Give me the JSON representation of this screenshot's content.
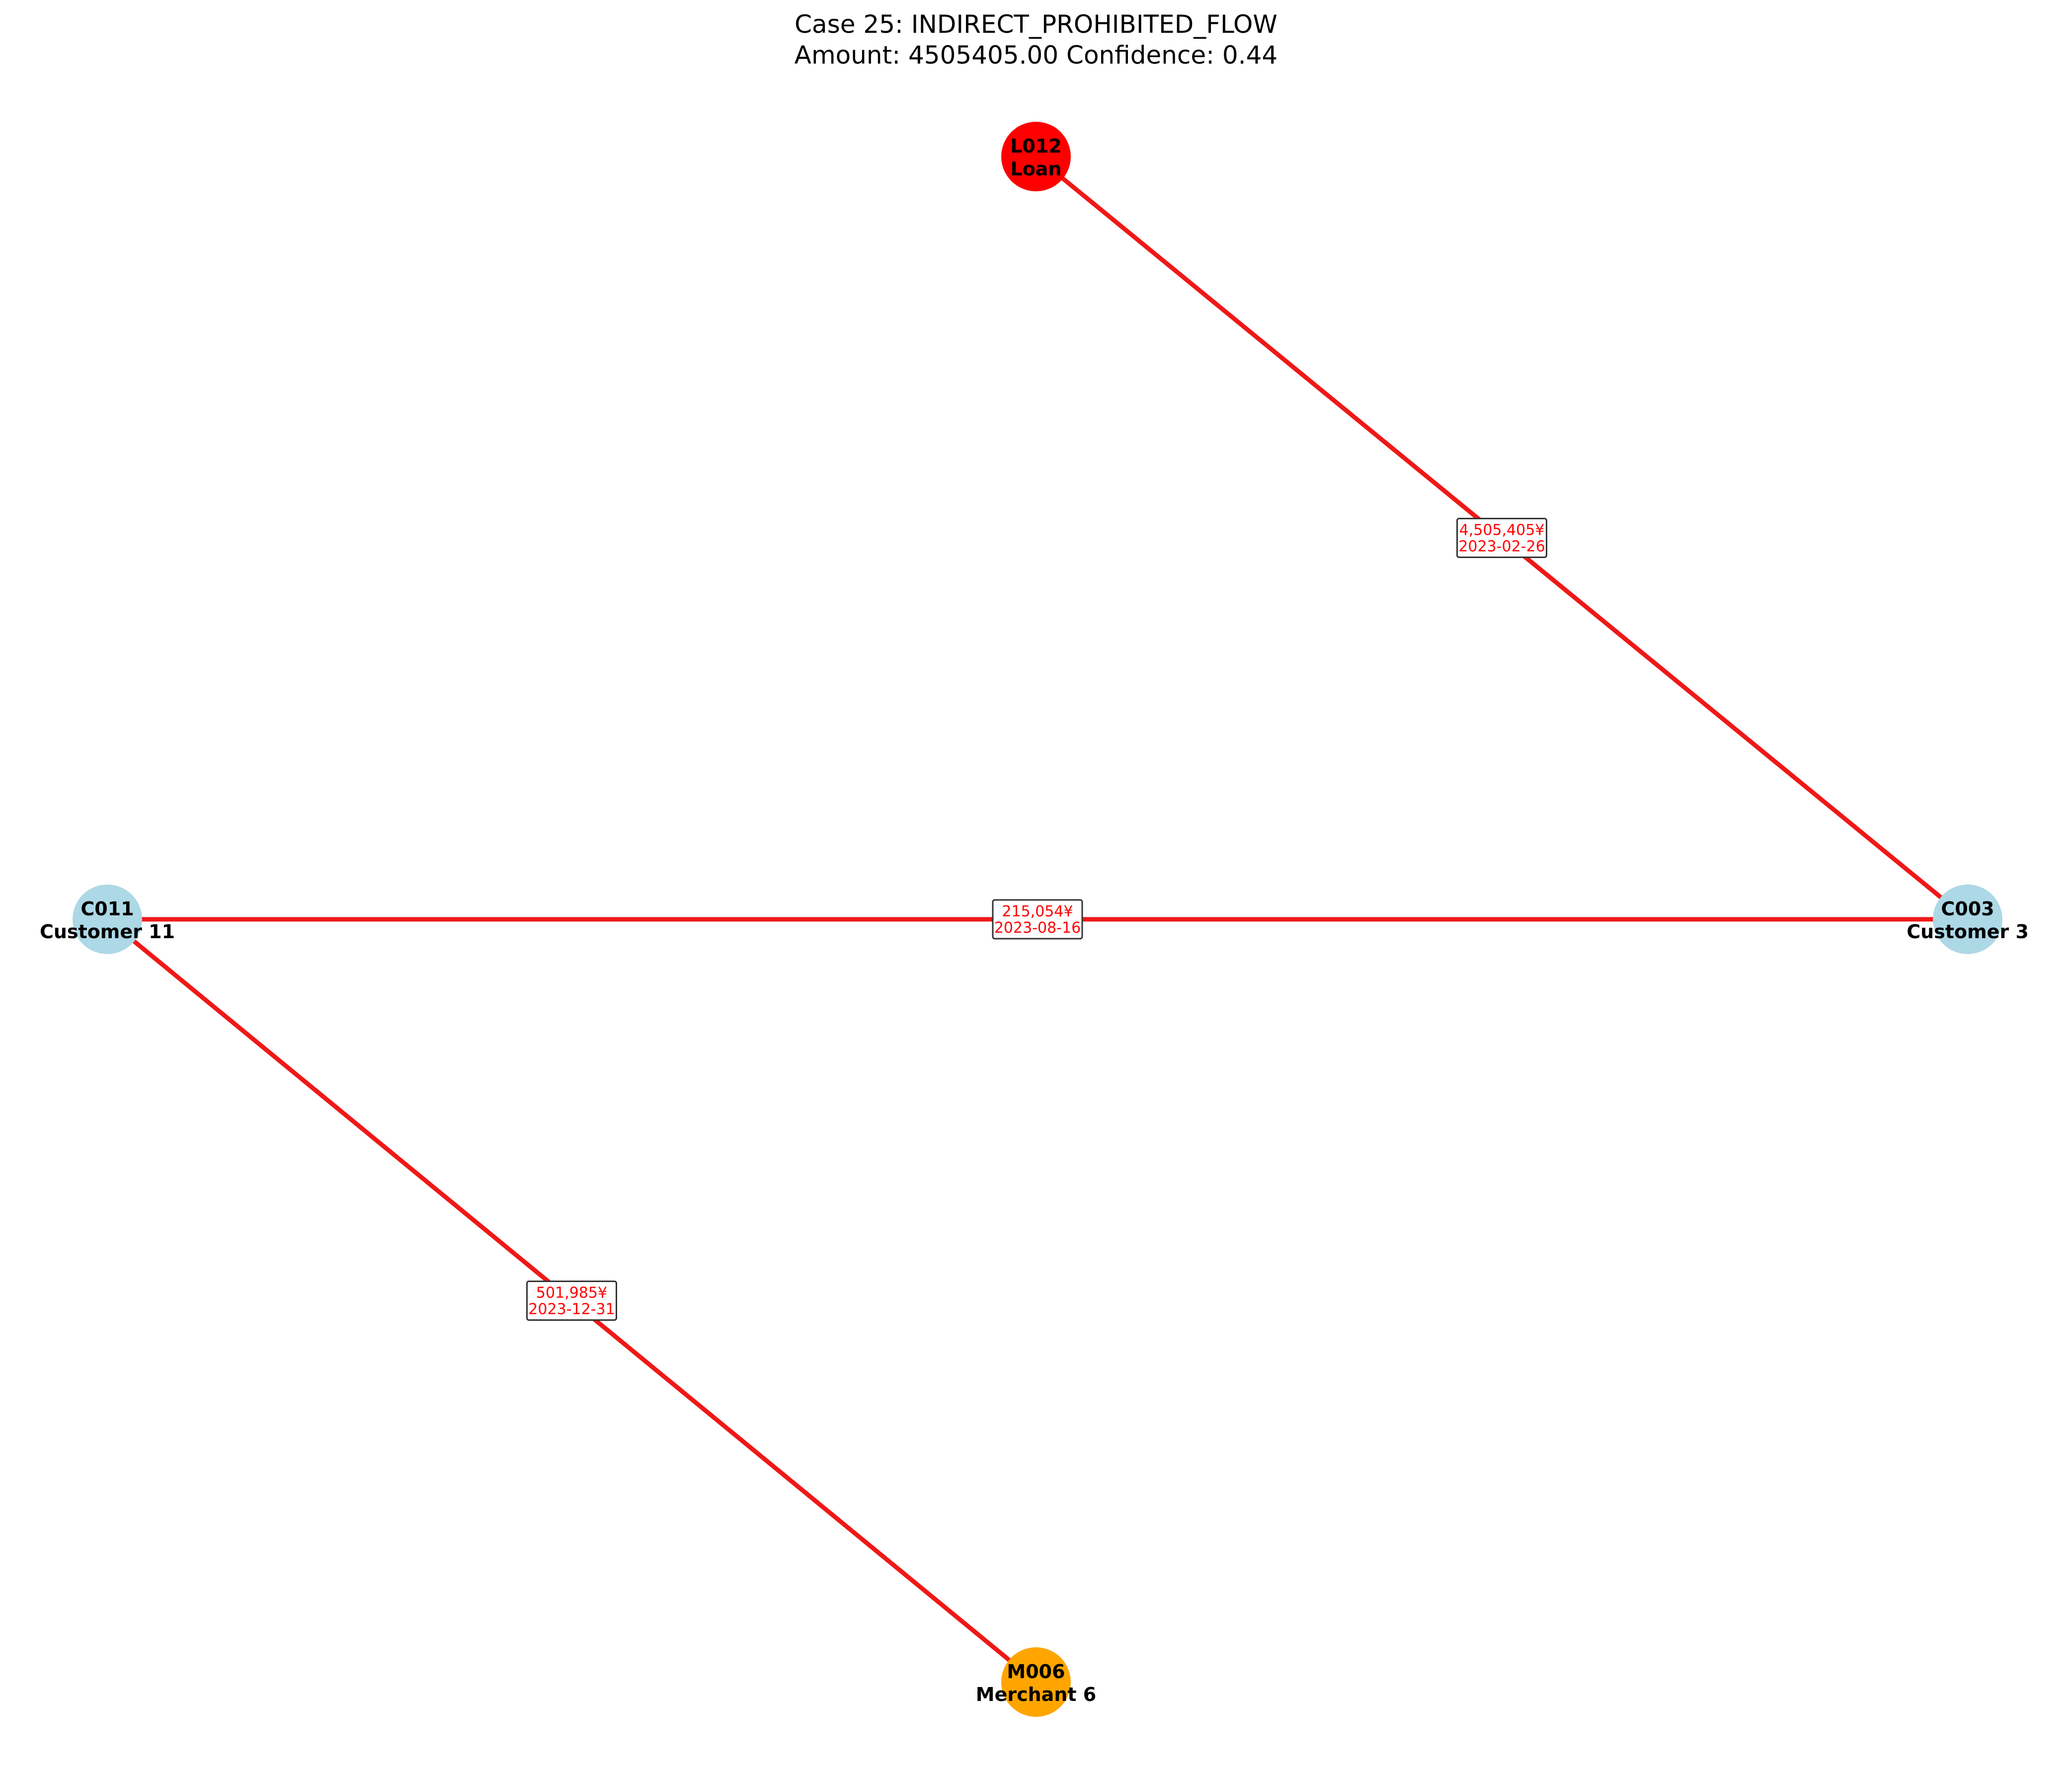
{
  "title": {
    "line1": "Case 25: INDIRECT_PROHIBITED_FLOW",
    "line2": "Amount: 4505405.00  Confidence: 0.44"
  },
  "colors": {
    "edge": "#f01818",
    "loan": "#ff0000",
    "customer": "#add8e6",
    "merchant": "#ffa500"
  },
  "nodes": [
    {
      "id": "L012",
      "label": "Loan",
      "type": "loan"
    },
    {
      "id": "C003",
      "label": "Customer 3",
      "type": "customer"
    },
    {
      "id": "C011",
      "label": "Customer 11",
      "type": "customer"
    },
    {
      "id": "M006",
      "label": "Merchant 6",
      "type": "merchant"
    }
  ],
  "edges": [
    {
      "from": "L012",
      "to": "C003",
      "amount": "4,505,405¥",
      "date": "2023-02-26"
    },
    {
      "from": "C003",
      "to": "C011",
      "amount": "215,054¥",
      "date": "2023-08-16"
    },
    {
      "from": "M006",
      "to": "C011",
      "amount": "501,985¥",
      "date": "2023-12-31"
    }
  ]
}
